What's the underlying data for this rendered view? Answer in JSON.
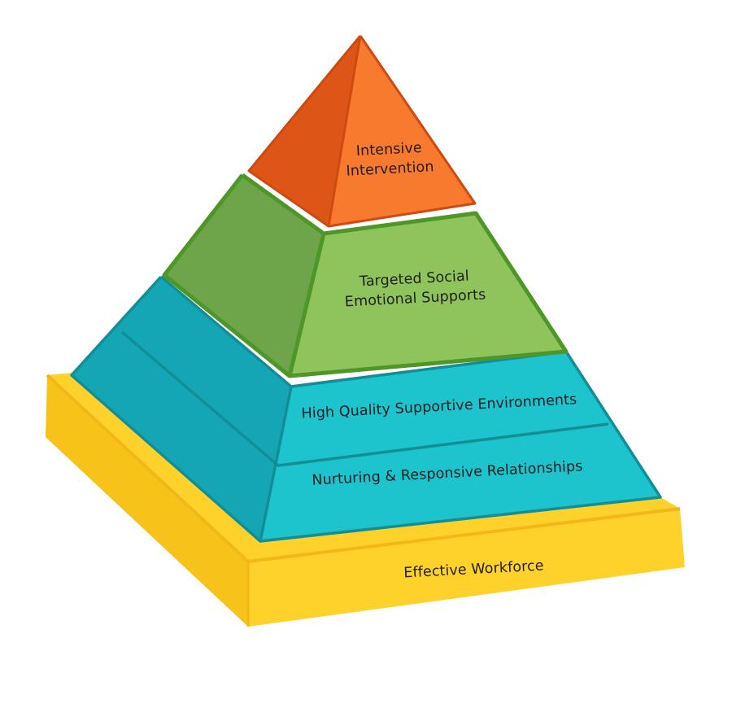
{
  "diagram": {
    "tiers": [
      {
        "lines": [
          "Intensive",
          "Intervention"
        ],
        "colors": {
          "front": "#f77a2e",
          "side": "#dd5618",
          "edge": "#cf4a10"
        }
      },
      {
        "lines": [
          "Targeted Social",
          "Emotional Supports"
        ],
        "colors": {
          "front": "#8fc35c",
          "side": "#6ea44a",
          "edge": "#4f9628"
        }
      },
      {
        "lines": [
          "High Quality Supportive Environments"
        ],
        "colors": {
          "front": "#1dc3cd",
          "side": "#14a6b4",
          "edge": "#138e97"
        }
      },
      {
        "lines": [
          "Nurturing & Responsive Relationships"
        ],
        "colors": {
          "front": "#1dc3cd",
          "side": "#14a6b4",
          "edge": "#138e97"
        }
      },
      {
        "lines": [
          "Effective Workforce"
        ],
        "colors": {
          "front": "#ffd12b",
          "side": "#f7c21a",
          "edge": "#f2b81a"
        }
      }
    ]
  }
}
